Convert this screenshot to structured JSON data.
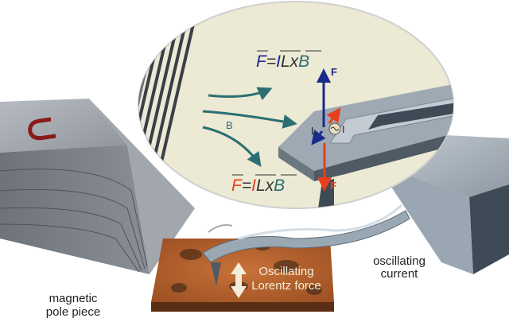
{
  "equation_top": {
    "F": "F",
    "eq": "=",
    "I": "I",
    "L": "L",
    "x": "x",
    "B": "B"
  },
  "equation_bottom": {
    "F": "F",
    "eq": "=",
    "I": "I",
    "L": "L",
    "x": "x",
    "B": "B"
  },
  "labels": {
    "force_up": "F",
    "force_down": "F",
    "field": "B",
    "length": "L",
    "current": "I",
    "pole_piece": [
      "magnetic",
      "pole piece"
    ],
    "lorentz": [
      "Oscillating",
      "Lorentz force"
    ],
    "current_label": [
      "oscillating",
      "current"
    ]
  },
  "colors": {
    "blue": "#1a2a8a",
    "red": "#e8401c",
    "teal": "#2a6f73",
    "cream": "#ece9d4",
    "sample": "#b5622e"
  }
}
